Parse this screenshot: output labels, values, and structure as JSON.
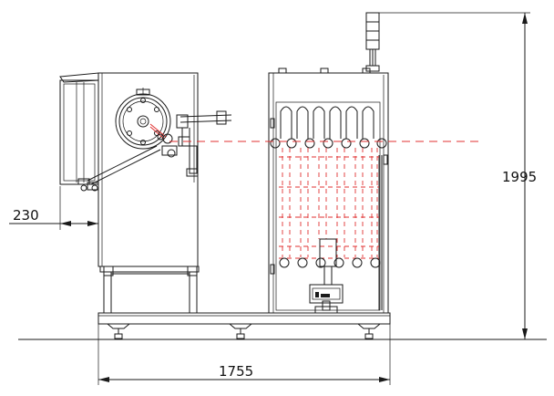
{
  "dimensions": {
    "height": "1995",
    "length": "1755",
    "offset": "230"
  },
  "colors": {
    "line": "#1a1a1a",
    "web_path": "#e03030",
    "background": "#ffffff"
  }
}
